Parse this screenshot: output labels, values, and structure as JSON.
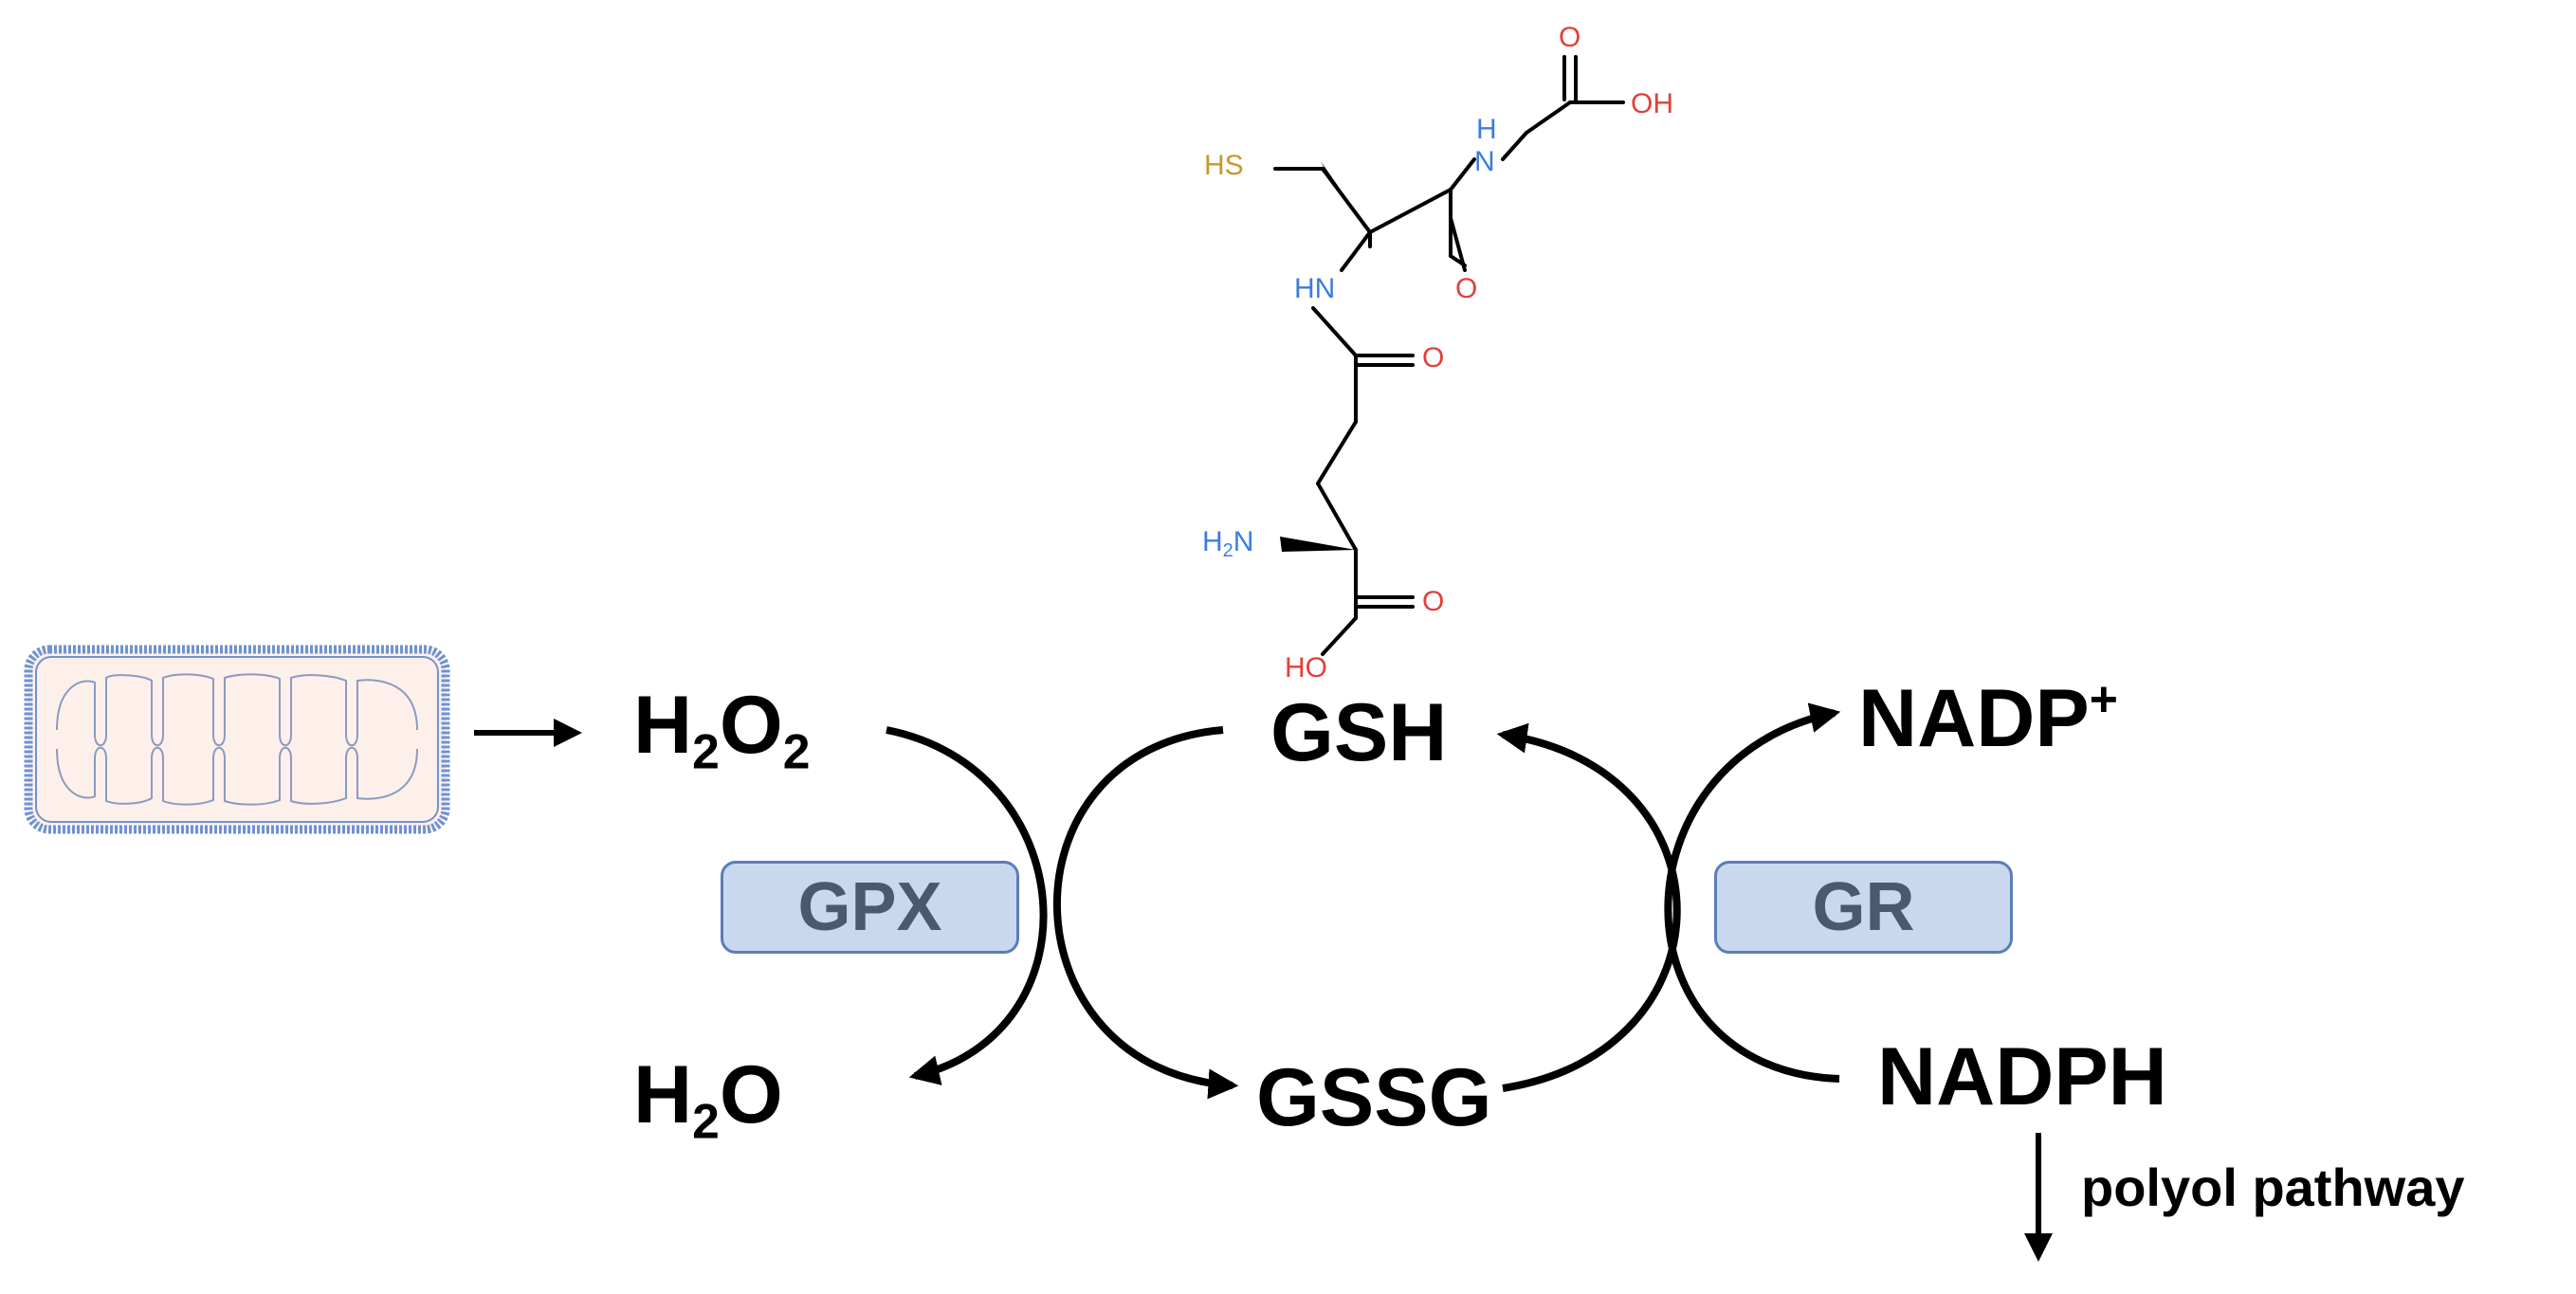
{
  "colors": {
    "enzyme_fill": "#c9d8ee",
    "enzyme_border": "#5b7db8",
    "enzyme_text": "#4a5870",
    "mito_fill": "#fdf0ea",
    "mito_border": "#6f93d0",
    "oxygen": "#e0413a",
    "nitrogen": "#3a7de0",
    "sulfur": "#c59a2a"
  },
  "enzymes": {
    "gpx": "GPX",
    "gr": "GR"
  },
  "molecules": {
    "h2o2": {
      "main": "H",
      "sub1": "2",
      "mid": "O",
      "sub2": "2"
    },
    "h2o": {
      "main": "H",
      "sub1": "2",
      "mid": "O"
    },
    "gsh": "GSH",
    "gssg": "GSSG",
    "nadp": {
      "main": "NADP",
      "sup": "+"
    },
    "nadph": "NADPH"
  },
  "pathway": "polyol pathway",
  "structure_atoms": {
    "hs": "HS",
    "nh_top": "H",
    "n_top": "N",
    "o_acid": "O",
    "oh_acid": "OH",
    "o_amide1": "O",
    "hn": "HN",
    "o_amide2": "O",
    "h2n_h": "H",
    "h2n_2": "2",
    "h2n_n": "N",
    "o_bottom": "O",
    "ho_bottom": "HO"
  },
  "icons": [
    "mitochondrion-icon",
    "arrow-right-icon",
    "arrow-down-icon"
  ]
}
